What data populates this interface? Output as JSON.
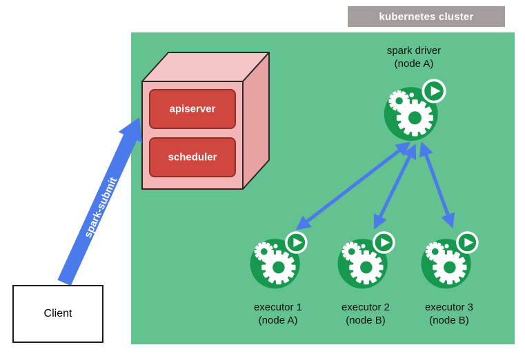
{
  "header": {
    "label": "kubernetes cluster"
  },
  "client": {
    "label": "Client"
  },
  "spark_submit": {
    "label": "spark-submit"
  },
  "control_plane": {
    "apiserver": "apiserver",
    "scheduler": "scheduler"
  },
  "driver": {
    "name": "spark driver",
    "node": "(node A)"
  },
  "executors": [
    {
      "name": "executor 1",
      "node": "(node A)"
    },
    {
      "name": "executor 2",
      "node": "(node B)"
    },
    {
      "name": "executor 3",
      "node": "(node B)"
    }
  ],
  "icons": {
    "pod": "spark-gears-play-icon"
  },
  "colors": {
    "cluster_bg": "#63c28f",
    "header_bg": "#a59c9c",
    "pod_green": "#17984f",
    "control_box_red": "#d0473f",
    "control_box_border": "#8e2f2a",
    "cube_front": "#f3b5b5",
    "cube_top": "#f6c6c6",
    "cube_side": "#e9a2a2",
    "arrow_blue": "#4b7bea",
    "text_dark": "#101010"
  }
}
